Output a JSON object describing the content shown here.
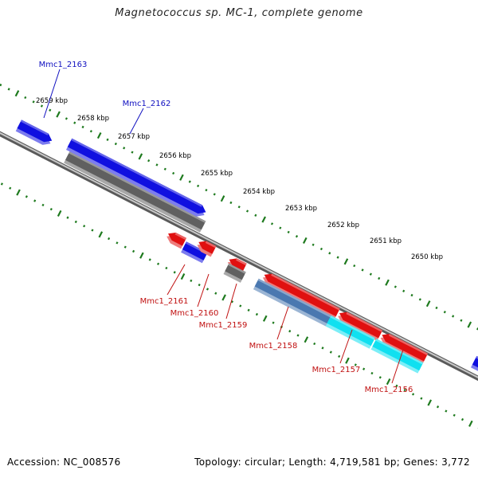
{
  "title": "Magnetococcus sp. MC-1, complete genome",
  "footer": {
    "accession": "Accession: NC_008576",
    "topology": "Topology: circular; Length: 4,719,581 bp; Genes: 3,772"
  },
  "colors": {
    "forward_gene": "#1010e0",
    "reverse_gene": "#e01010",
    "rna": "#606060",
    "cyan_feature": "#10e0f0",
    "steel_feature": "#4a78b0",
    "backbone": "#8a8a8a",
    "ticks": "#1e7a1e",
    "label_forward": "#1010c0",
    "label_reverse": "#c01010"
  },
  "scale_labels": [
    "2659 kbp",
    "2658 kbp",
    "2657 kbp",
    "2656 kbp",
    "2655 kbp",
    "2654 kbp",
    "2653 kbp",
    "2652 kbp",
    "2651 kbp",
    "2650 kbp"
  ],
  "gene_labels": {
    "forward": [
      "Mmc1_2163",
      "Mmc1_2162"
    ],
    "reverse": [
      "Mmc1_2161",
      "Mmc1_2160",
      "Mmc1_2159",
      "Mmc1_2158",
      "Mmc1_2157",
      "Mmc1_2156"
    ]
  }
}
